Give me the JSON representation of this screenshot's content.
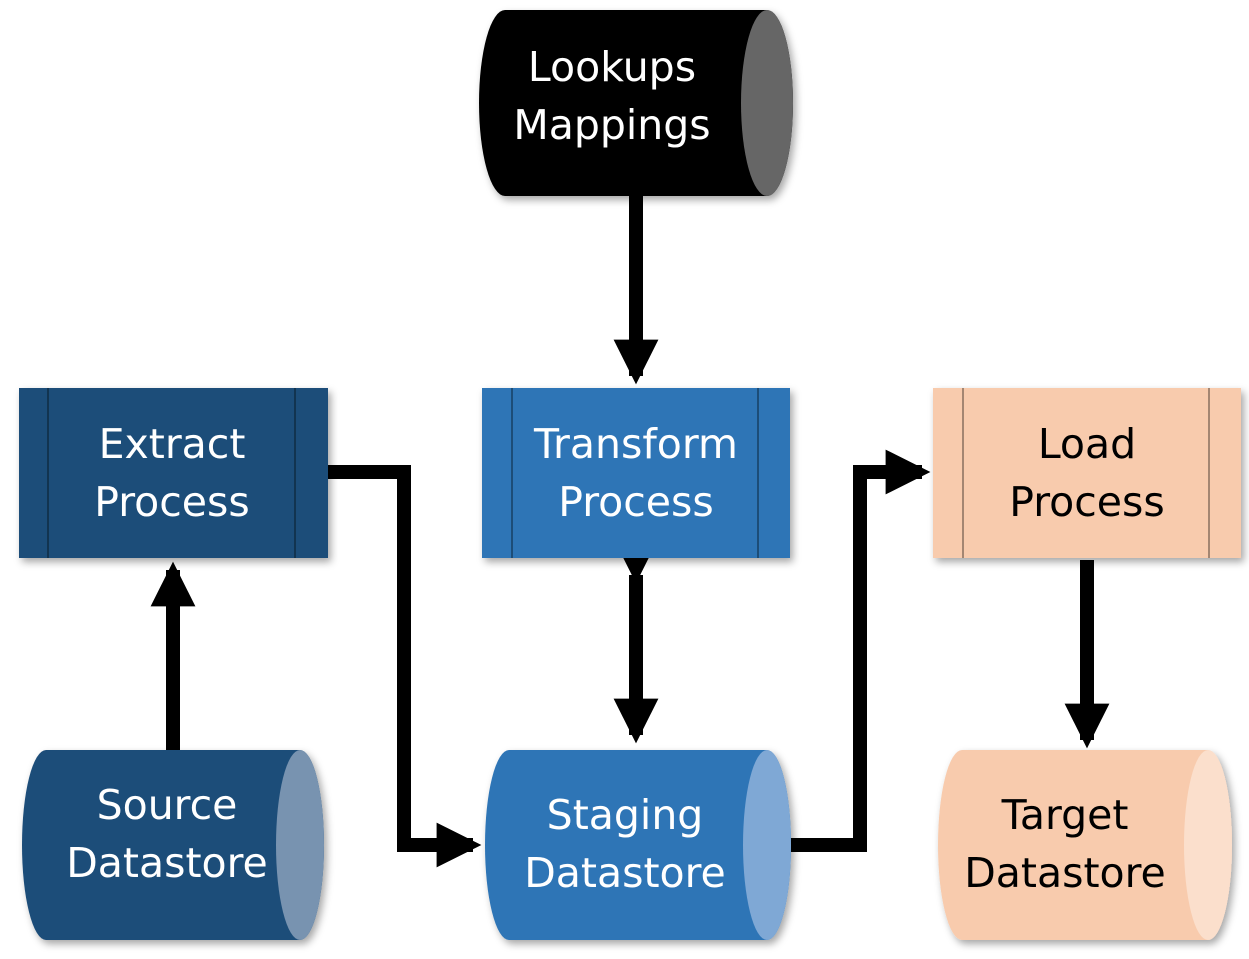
{
  "nodes": {
    "lookups": {
      "line1": "Lookups",
      "line2": "Mappings",
      "fill": "#000000",
      "cap_fill": "#666666",
      "text_color": "#ffffff"
    },
    "extract": {
      "line1": "Extract",
      "line2": "Process",
      "fill": "#1f4e79",
      "text_color": "#ffffff"
    },
    "transform": {
      "line1": "Transform",
      "line2": "Process",
      "fill": "#2e75b6",
      "text_color": "#ffffff"
    },
    "load": {
      "line1": "Load",
      "line2": "Process",
      "fill": "#f8cbad",
      "text_color": "#000000"
    },
    "source": {
      "line1": "Source",
      "line2": "Datastore",
      "fill": "#1f4e79",
      "cap_fill": "#7893b0",
      "text_color": "#ffffff"
    },
    "staging": {
      "line1": "Staging",
      "line2": "Datastore",
      "fill": "#2e75b6",
      "cap_fill": "#7fa8d5",
      "text_color": "#ffffff"
    },
    "target": {
      "line1": "Target",
      "line2": "Datastore",
      "fill": "#f8cbad",
      "cap_fill": "#fbdfcc",
      "text_color": "#000000"
    }
  },
  "edges": [
    {
      "from": "lookups",
      "to": "transform"
    },
    {
      "from": "source",
      "to": "extract"
    },
    {
      "from": "extract",
      "to": "staging"
    },
    {
      "from": "transform",
      "to": "staging",
      "bidirectional": true
    },
    {
      "from": "staging",
      "to": "load"
    },
    {
      "from": "load",
      "to": "target"
    }
  ]
}
